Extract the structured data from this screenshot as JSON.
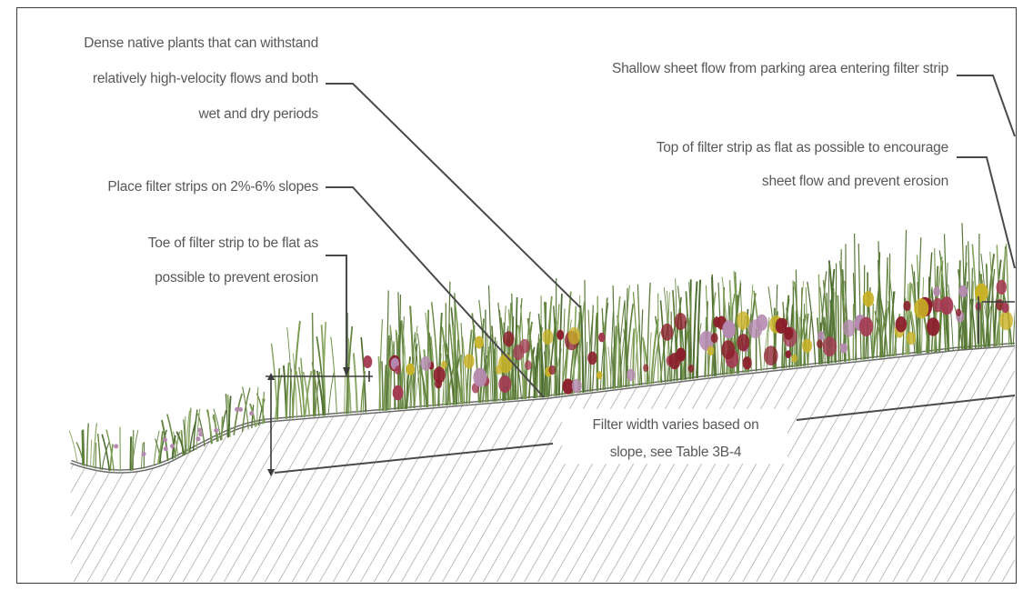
{
  "diagram": {
    "colors": {
      "frame": "#3a3a3a",
      "label_text": "#585858",
      "leader": "#4a4a4a",
      "grass": "#6f8f4a",
      "flower_red": "#8b1e2b",
      "flower_yellow": "#c9b227",
      "flower_pink": "#b58ab0",
      "hatch": "#9a9a9a"
    },
    "labels": {
      "dense_plants": [
        "Dense native plants that can withstand",
        "relatively high-velocity flows and both",
        "wet and dry periods"
      ],
      "slopes": [
        "Place filter strips on 2%-6% slopes"
      ],
      "toe": [
        "Toe of filter strip to be flat as",
        "possible to prevent erosion"
      ],
      "sheet_flow": [
        "Shallow sheet flow from parking area entering filter strip"
      ],
      "top_flat": [
        "Top of filter strip as flat as possible to encourage",
        "sheet flow and prevent erosion"
      ],
      "filter_width": [
        "Filter width varies based on",
        "slope, see Table 3B-4"
      ]
    }
  }
}
